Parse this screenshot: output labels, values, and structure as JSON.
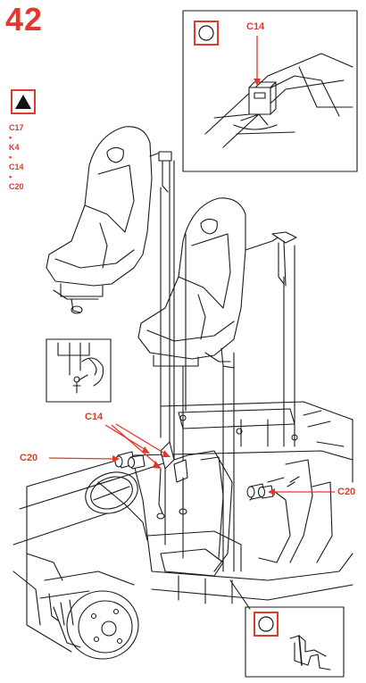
{
  "step": {
    "number": "42"
  },
  "parts_list": [
    "C17",
    "•",
    "K4",
    "•",
    "C14",
    "•",
    "C20"
  ],
  "callouts": {
    "inset_top": "C14",
    "left_middle": "C14",
    "left_c20": "C20",
    "right_c20": "C20"
  },
  "colors": {
    "accent": "#e03a2c",
    "line": "#1a1a1a"
  }
}
